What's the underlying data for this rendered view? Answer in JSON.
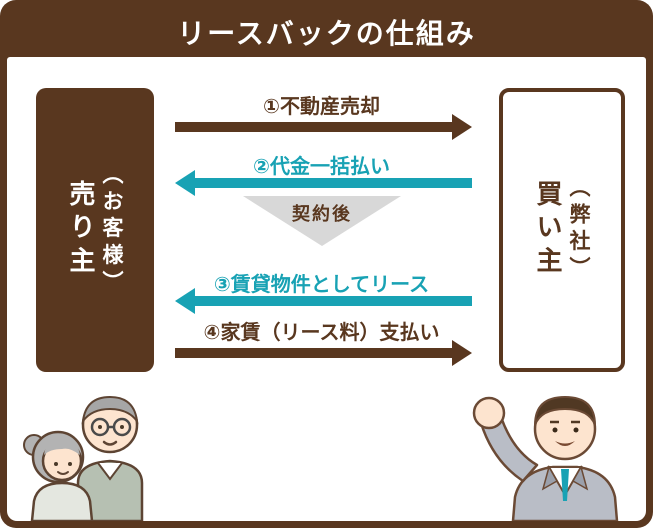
{
  "title": "リースバックの仕組み",
  "parties": {
    "seller": {
      "role": "売り主",
      "note": "（お客様）"
    },
    "buyer": {
      "role": "買い主",
      "note": "（弊社）"
    }
  },
  "flows": [
    {
      "num": "①",
      "label": "①不動産売却",
      "direction": "right",
      "from": "seller",
      "to": "buyer",
      "color": "#59371f"
    },
    {
      "num": "②",
      "label": "②代金一括払い",
      "direction": "left",
      "from": "buyer",
      "to": "seller",
      "color": "#18a2b4"
    },
    {
      "num": "③",
      "label": "③賃貸物件としてリース",
      "direction": "left",
      "from": "buyer",
      "to": "seller",
      "color": "#18a2b4"
    },
    {
      "num": "④",
      "label": "④家賃（リース料）支払い",
      "direction": "right",
      "from": "seller",
      "to": "buyer",
      "color": "#59371f"
    }
  ],
  "divider": {
    "label": "契約後"
  },
  "colors": {
    "brown": "#59371f",
    "teal": "#18a2b4",
    "divider_gray": "#d8d8d8",
    "background": "#ffffff"
  }
}
